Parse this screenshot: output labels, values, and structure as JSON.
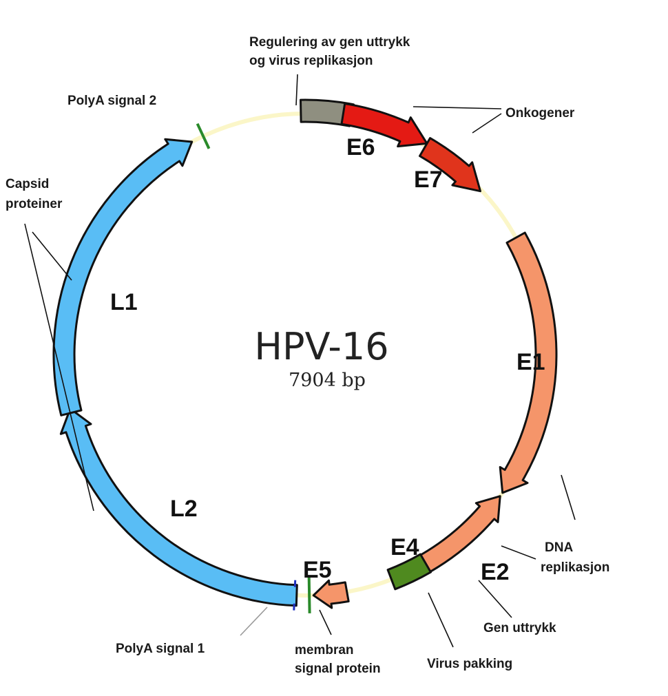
{
  "diagram": {
    "title": "HPV-16",
    "subtitle": "7904 bp",
    "colors": {
      "backbone": "#fbf6c8",
      "lcr": "#8f8f80",
      "e6": "#e41a14",
      "e7": "#e0341c",
      "early": "#f5956a",
      "e4": "#4f8a1f",
      "late": "#59bdf5",
      "polyA": "#2a8a2a",
      "marker_blue": "#2030c0"
    },
    "genes": {
      "e6": "E6",
      "e7": "E7",
      "e1": "E1",
      "e2": "E2",
      "e4": "E4",
      "e5": "E5",
      "l1": "L1",
      "l2": "L2"
    },
    "annotations": {
      "regulation_line1": "Regulering  av gen uttrykk",
      "regulation_line2": "og virus replikasjon",
      "oncogenes": "Onkogener",
      "polya2": "PolyA signal 2",
      "capsid_line1": "Capsid",
      "capsid_line2": "proteiner",
      "dna_line1": "DNA",
      "dna_line2": "replikasjon",
      "gene_expression": "Gen uttrykk",
      "virus_packing": "Virus pakking",
      "membrane_line1": "membran",
      "membrane_line2": "signal protein",
      "polya1": "PolyA signal 1"
    }
  }
}
